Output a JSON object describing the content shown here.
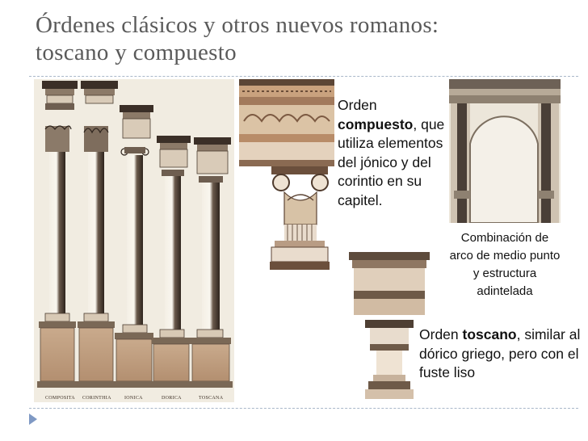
{
  "slide": {
    "title_line1": "Órdenes clásicos y otros nuevos romanos:",
    "title_line2": "toscano y compuesto"
  },
  "images": {
    "orders_plate": {
      "icon": "five-classical-orders-engraving",
      "column_labels": [
        "COMPOSITA",
        "CORINTHIA",
        "IONICA",
        "DORICA",
        "TOSCANA"
      ]
    },
    "composite_capital": {
      "icon": "composite-capital-engraving"
    },
    "arch": {
      "icon": "arch-with-lintel-structure-image"
    },
    "tuscan_capital": {
      "icon": "tuscan-capital-engraving"
    }
  },
  "captions": {
    "composite": {
      "prefix": "Orden ",
      "bold": "compuesto",
      "suffix": ", que utiliza elementos del jónico y del corintio en su capitel."
    },
    "arch": "Combinación de arco de medio punto y estructura adintelada",
    "tuscan": {
      "prefix": "Orden ",
      "bold": "toscano",
      "suffix": ", similar al dórico griego, pero con el fuste liso"
    }
  },
  "colors": {
    "title": "#5a5a5a",
    "rule": "#a9b7c9",
    "bullet": "#7f99c4",
    "stone": "#c8a98d",
    "ink": "#2e241d"
  }
}
